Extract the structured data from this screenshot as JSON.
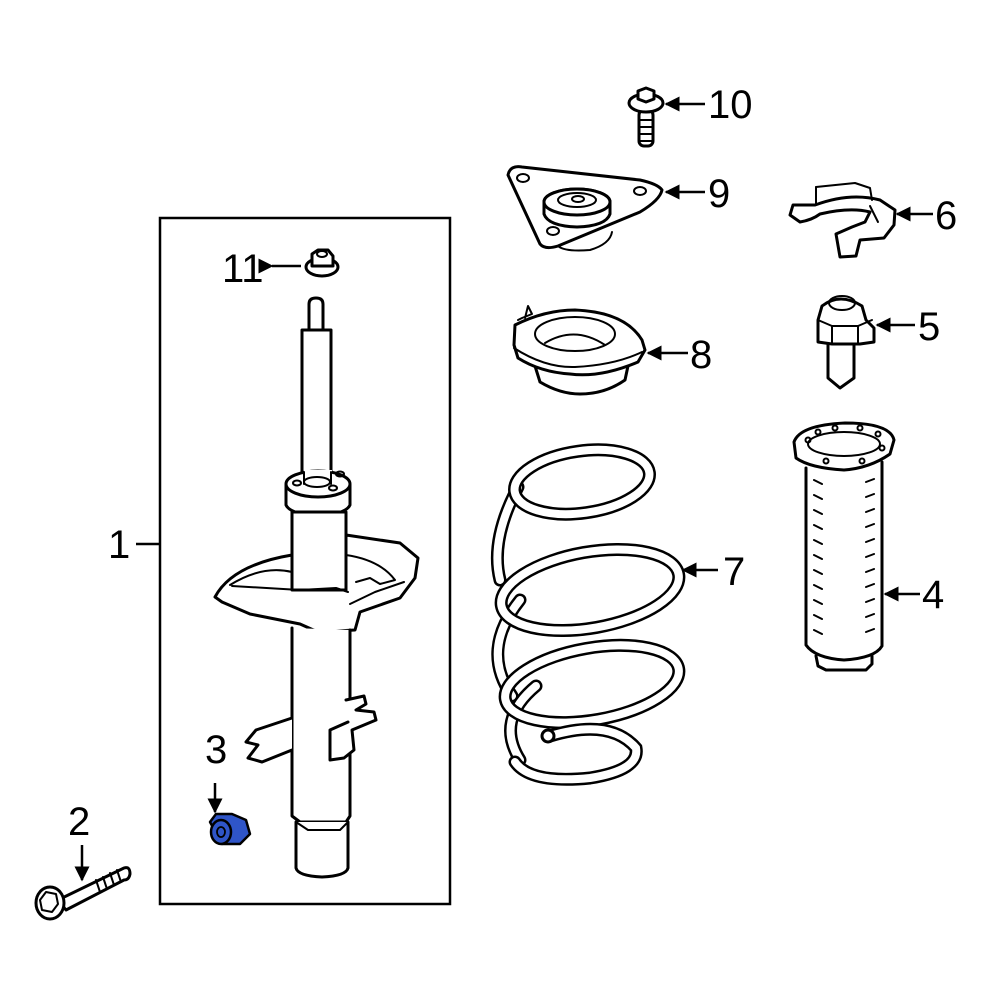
{
  "diagram": {
    "type": "exploded-parts-diagram",
    "subject": "front strut / shock absorber assembly",
    "highlight_color": "#2f55c8",
    "line_color": "#000000",
    "background": "#ffffff"
  },
  "callouts": [
    {
      "number": "1",
      "part": "strut-assembly-group"
    },
    {
      "number": "2",
      "part": "bolt"
    },
    {
      "number": "3",
      "part": "nut",
      "highlighted": true
    },
    {
      "number": "4",
      "part": "dust-boot"
    },
    {
      "number": "5",
      "part": "bump-stop"
    },
    {
      "number": "6",
      "part": "bracket-clip"
    },
    {
      "number": "7",
      "part": "coil-spring"
    },
    {
      "number": "8",
      "part": "spring-seat"
    },
    {
      "number": "9",
      "part": "strut-mount"
    },
    {
      "number": "10",
      "part": "mount-bolt"
    },
    {
      "number": "11",
      "part": "top-nut"
    }
  ]
}
